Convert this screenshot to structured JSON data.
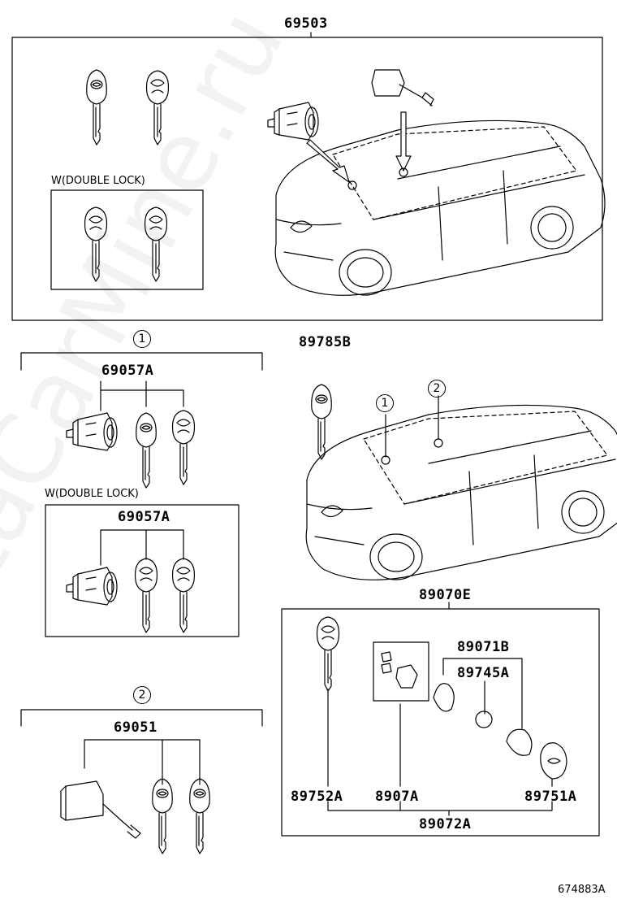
{
  "diagram": {
    "top_kit": {
      "part_no": "69503",
      "double_lock_label": "W(DOUBLE LOCK)"
    },
    "group1": {
      "marker": "1",
      "part_no": "69057A",
      "double_lock_label": "W(DOUBLE LOCK)",
      "double_lock_part_no": "69057A"
    },
    "group2": {
      "marker": "2",
      "part_no": "69051"
    },
    "key_blank": {
      "part_no": "89785B"
    },
    "car_markers": {
      "marker1": "1",
      "marker2": "2"
    },
    "transmitter": {
      "part_no": "89070E",
      "cover": "89071B",
      "battery": "89745A",
      "key": "89752A",
      "board": "8907A",
      "case": "89751A",
      "assembly": "89072A"
    },
    "watermark": "ToyotaCarMine.ru",
    "figure_id": "674883A"
  }
}
